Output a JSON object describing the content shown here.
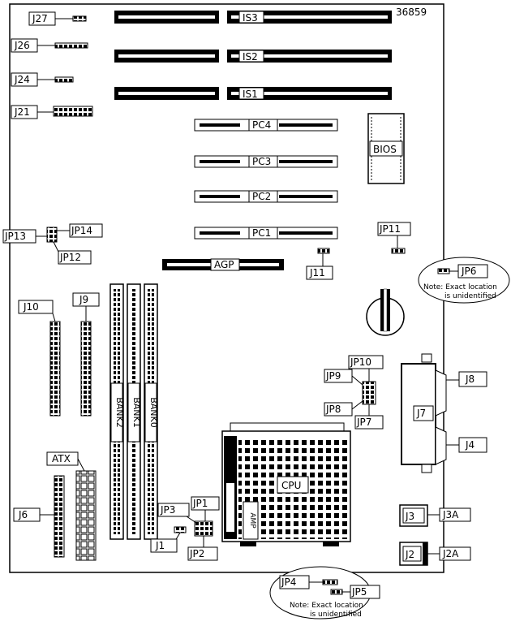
{
  "board_id": "36859",
  "isa_slots": [
    "IS3",
    "IS2",
    "IS1"
  ],
  "pci_slots": [
    "PC4",
    "PC3",
    "PC2",
    "PC1"
  ],
  "agp_label": "AGP",
  "bios_label": "BIOS",
  "cpu_label": "CPU",
  "amp_label": "AMP",
  "atx_label": "ATX",
  "banks": [
    "BANK2",
    "BANK1",
    "BANK0"
  ],
  "connectors": {
    "j27": "J27",
    "j26": "J26",
    "j24": "J24",
    "j21": "J21",
    "j10": "J10",
    "j9": "J9",
    "j6": "J6",
    "j1": "J1",
    "j11": "J11",
    "j8": "J8",
    "j7": "J7",
    "j4": "J4",
    "j3": "J3",
    "j3a": "J3A",
    "j2": "J2",
    "j2a": "J2A"
  },
  "jumpers": {
    "jp13": "JP13",
    "jp14": "JP14",
    "jp12": "JP12",
    "jp11": "JP11",
    "jp6": "JP6",
    "jp10": "JP10",
    "jp9": "JP9",
    "jp8": "JP8",
    "jp7": "JP7",
    "jp3": "JP3",
    "jp1": "JP1",
    "jp2": "JP2",
    "jp4": "JP4",
    "jp5": "JP5"
  },
  "notes": {
    "jp6_line1": "Note: Exact location",
    "jp6_line2": "is unidentified",
    "jp45_line1": "Note: Exact location",
    "jp45_line2": "is unidentified"
  }
}
